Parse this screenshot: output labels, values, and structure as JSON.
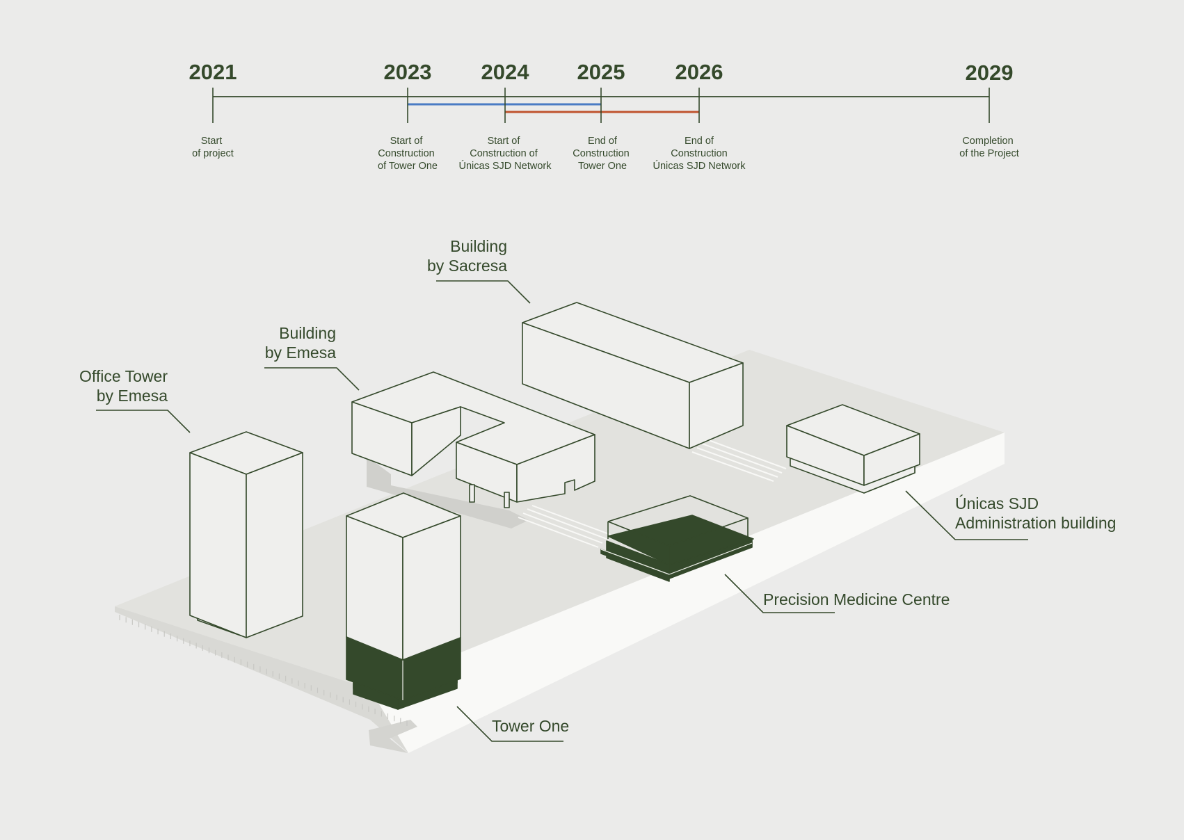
{
  "timeline": {
    "milestones": [
      {
        "year": "2021",
        "caption": [
          "Start",
          "of project"
        ]
      },
      {
        "year": "2023",
        "caption": [
          "Start of",
          "Construction",
          "of Tower One"
        ]
      },
      {
        "year": "2024",
        "caption": [
          "Start of",
          "Construction of",
          "Únicas SJD Network"
        ]
      },
      {
        "year": "2025",
        "caption": [
          "End of",
          "Construction",
          "Tower One"
        ]
      },
      {
        "year": "2026",
        "caption": [
          "End of",
          "Construction",
          "Únicas SJD Network"
        ]
      },
      {
        "year": "2029",
        "caption": [
          "Completion",
          "of the Project"
        ]
      }
    ],
    "bars": [
      {
        "from": "2023",
        "to": "2025",
        "color": "#4a7bc4"
      },
      {
        "from": "2024",
        "to": "2026",
        "color": "#c0532e"
      }
    ],
    "axis_color": "#34492b"
  },
  "labels": {
    "sacresa": [
      "Building",
      "by Sacresa"
    ],
    "emesa_building": [
      "Building",
      "by Emesa"
    ],
    "office_tower": [
      "Office Tower",
      "by Emesa"
    ],
    "unicas_admin": [
      "Únicas SJD",
      "Administration building"
    ],
    "precision": [
      "Precision Medicine Centre"
    ],
    "tower_one": [
      "Tower One"
    ]
  },
  "colors": {
    "background": "#ebebea",
    "ink": "#34492b",
    "highlight": "#34492b",
    "platform": "#e2e2de"
  }
}
